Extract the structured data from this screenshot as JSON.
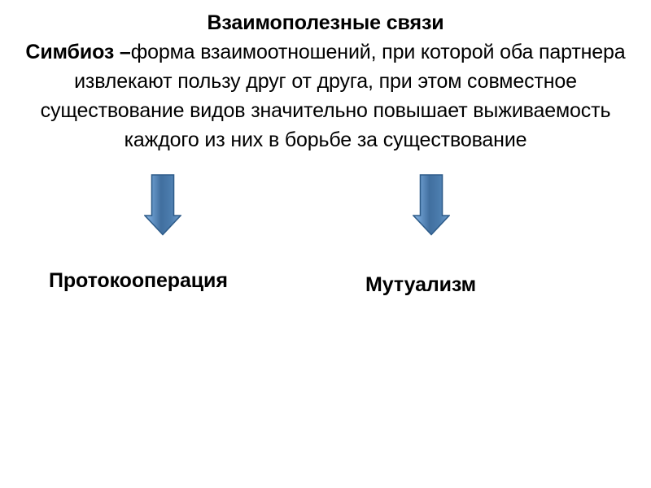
{
  "slide": {
    "title": "Взаимополезные связи",
    "definition": {
      "term": "Симбиоз –",
      "body": "форма взаимоотношений, при которой оба партнера извлекают пользу друг от друга, при этом совместное существование видов значительно повышает выживаемость каждого из них в борьбе за существование"
    },
    "categories": [
      {
        "label": "Протокооперация"
      },
      {
        "label": "Мутуализм"
      }
    ],
    "arrows": [
      {
        "name": "down-arrow-icon"
      },
      {
        "name": "down-arrow-icon"
      }
    ],
    "colors": {
      "background": "#ffffff",
      "text": "#000000",
      "arrow_fill_light": "#7ba7d4",
      "arrow_fill_mid": "#4a7fb5",
      "arrow_fill_dark": "#3f72a8",
      "arrow_outline": "#2e5c8a"
    }
  }
}
